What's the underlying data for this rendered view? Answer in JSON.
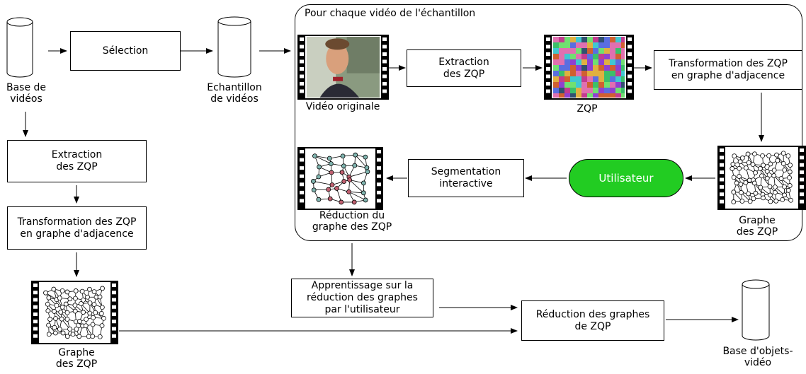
{
  "region_title": "Pour chaque vidéo de l'échantillon",
  "colors": {
    "user_node": "#22cc22",
    "node_red": "#c06070",
    "node_teal": "#7fb3ae"
  },
  "nodes": {
    "base_videos": "Base de\nvidéos",
    "selection": "Sélection",
    "echantillon": "Echantillon\nde vidéos",
    "extraction_left": "Extraction\ndes ZQP",
    "transformation_left": "Transformation des ZQP\nen graphe d'adjacence",
    "graphe_left": "Graphe\ndes ZQP",
    "video_originale": "Vidéo originale",
    "extraction_top": "Extraction\ndes ZQP",
    "zqp": "ZQP",
    "transformation_right": "Transformation des ZQP\nen graphe d'adjacence",
    "graphe_right": "Graphe\ndes ZQP",
    "utilisateur": "Utilisateur",
    "segmentation": "Segmentation\ninteractive",
    "reduction_graphe": "Réduction du\ngraphe des ZQP",
    "apprentissage": "Apprentissage sur la\nréduction des graphes\npar l'utilisateur",
    "reduction_graphes": "Réduction des graphes\nde ZQP",
    "base_objets": "Base d'objets-\nvidéo"
  }
}
